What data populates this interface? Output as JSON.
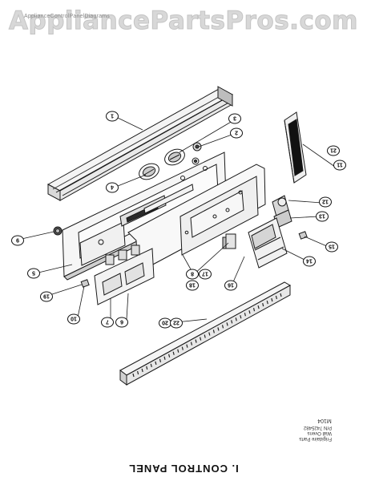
{
  "watermark": "AppliancePartsPros.com",
  "faint_note": "ApplianceControlPanelDiagrams",
  "title": "I. CONTROL PANEL",
  "footer_lines": [
    "Frigidaire Parts",
    "Wall Ovens",
    "P/N 7425482"
  ],
  "diagram_code": "M104",
  "callouts": [
    "1",
    "2",
    "3",
    "4",
    "5",
    "6",
    "7",
    "8",
    "9",
    "10",
    "11",
    "12",
    "13",
    "14",
    "15",
    "16",
    "17",
    "18",
    "19",
    "20",
    "21",
    "22"
  ]
}
